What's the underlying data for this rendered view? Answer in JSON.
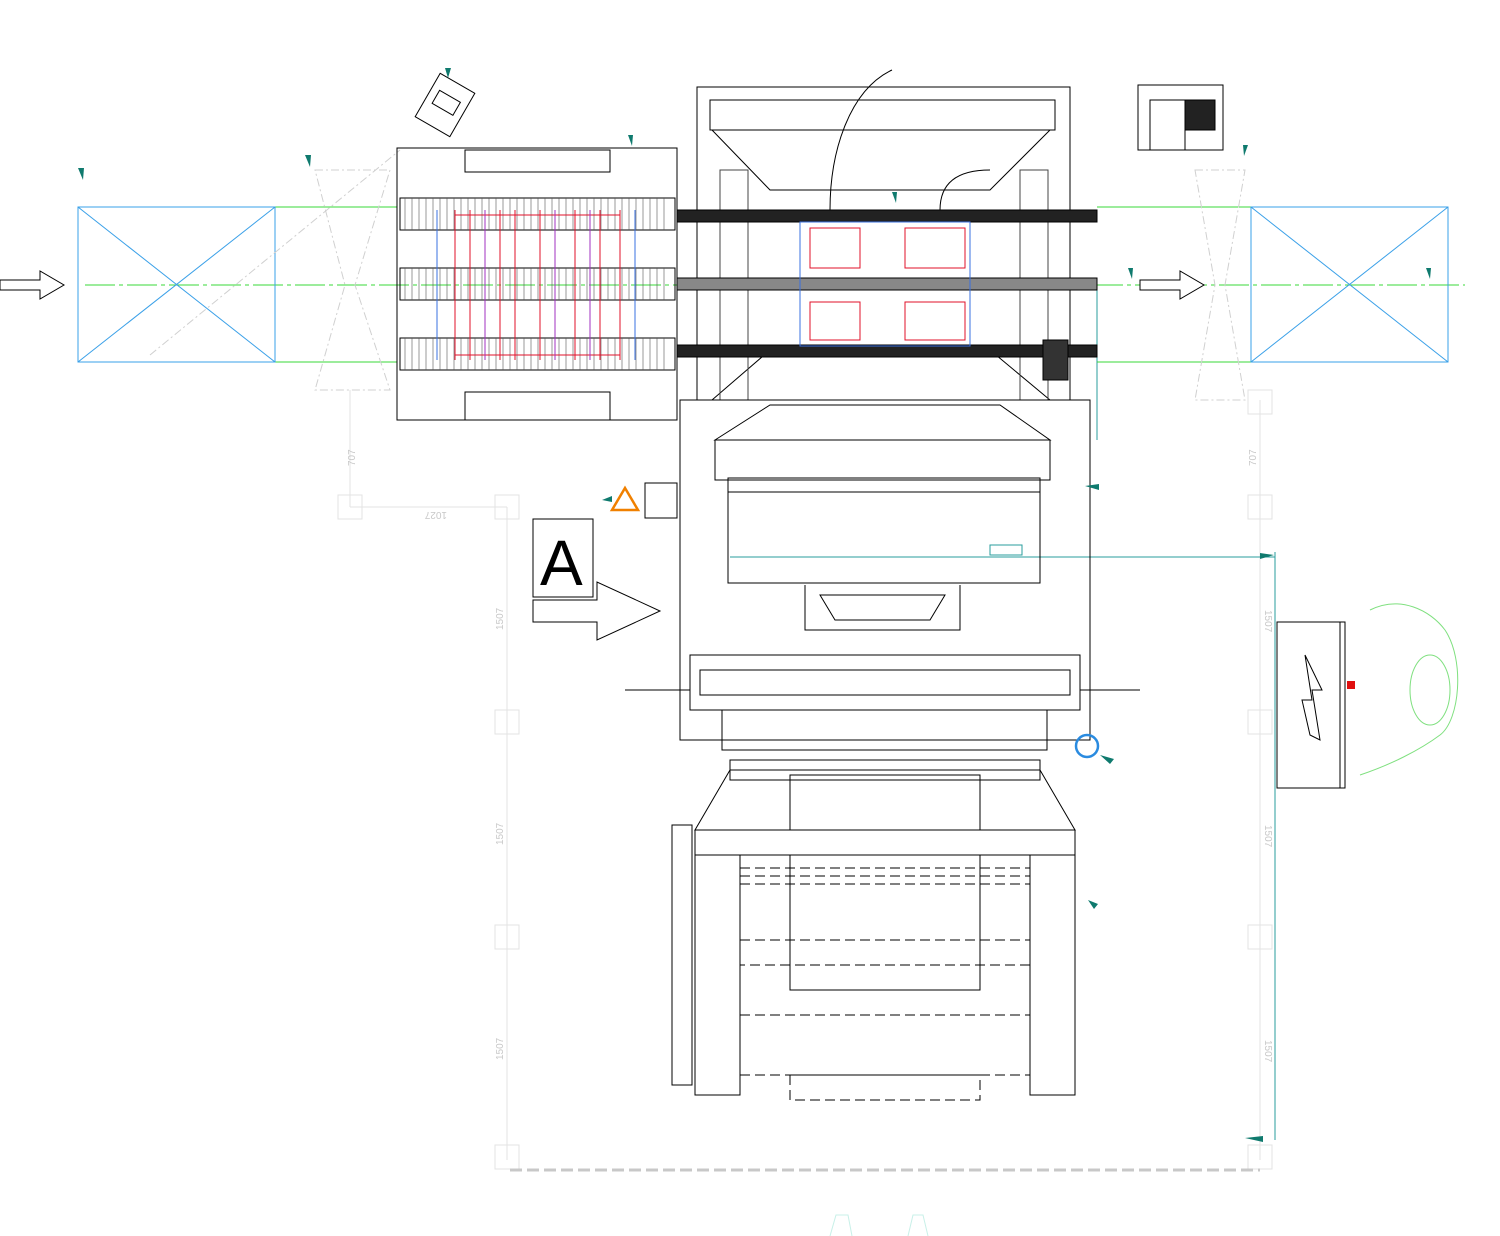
{
  "drawing": {
    "view_label": "A",
    "dimensions": {
      "left_vertical_short": "707",
      "right_vertical_short": "707",
      "left_horizontal": "1027",
      "left_vertical": [
        "1507",
        "1507",
        "1507"
      ],
      "right_vertical": [
        "1507",
        "1507",
        "1507"
      ]
    }
  },
  "colors": {
    "line": "#000000",
    "zone": "#3aa0e8",
    "centerline": "#38d838",
    "dimension": "#2a9d9d",
    "marker": "#0f7a6e",
    "warning": "#f08000",
    "inspect": "#2a8be0",
    "operator": "#7fe07f"
  }
}
